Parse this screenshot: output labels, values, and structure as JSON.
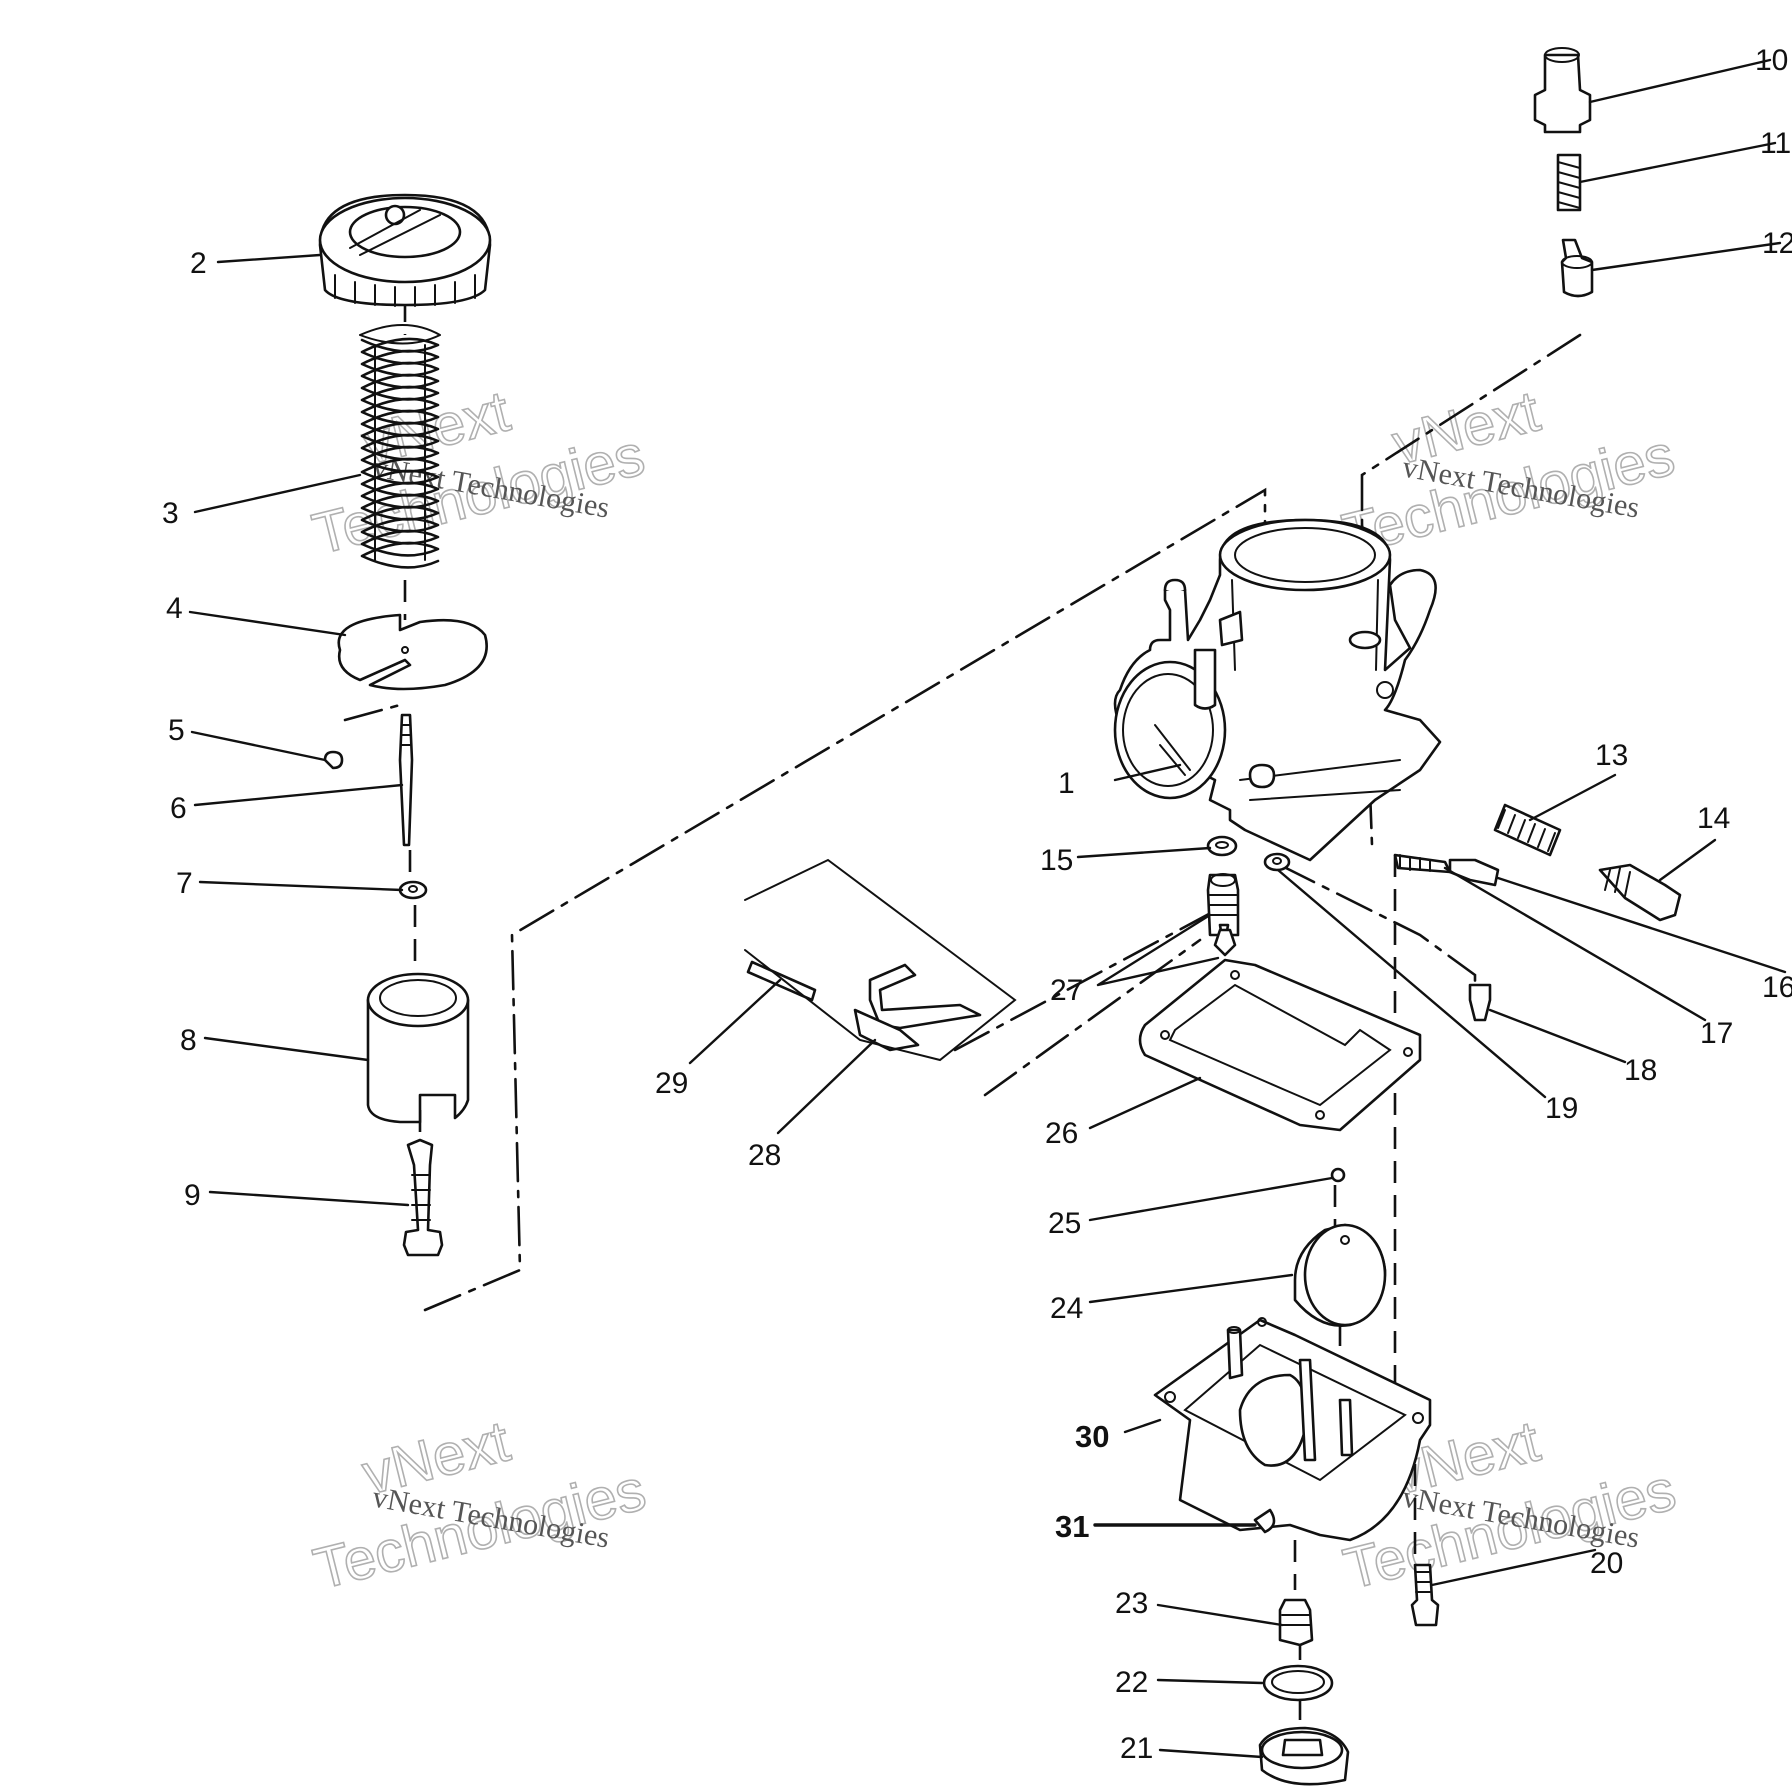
{
  "diagram": {
    "callouts": [
      "1",
      "2",
      "3",
      "4",
      "5",
      "6",
      "7",
      "8",
      "9",
      "10",
      "11",
      "12",
      "13",
      "14",
      "15",
      "16",
      "17",
      "18",
      "19",
      "20",
      "21",
      "22",
      "23",
      "24",
      "25",
      "26",
      "27",
      "28",
      "29",
      "30",
      "31"
    ]
  },
  "watermark": {
    "brand_line1": "vNext",
    "brand_line2": "Technologies",
    "small_text": "vNext Technologies"
  },
  "icons": [
    "carburetor-body-icon",
    "cap-icon",
    "spring-icon",
    "plate-icon",
    "needle-icon",
    "throttle-slide-icon",
    "float-bowl-icon",
    "gasket-icon",
    "float-icon"
  ]
}
